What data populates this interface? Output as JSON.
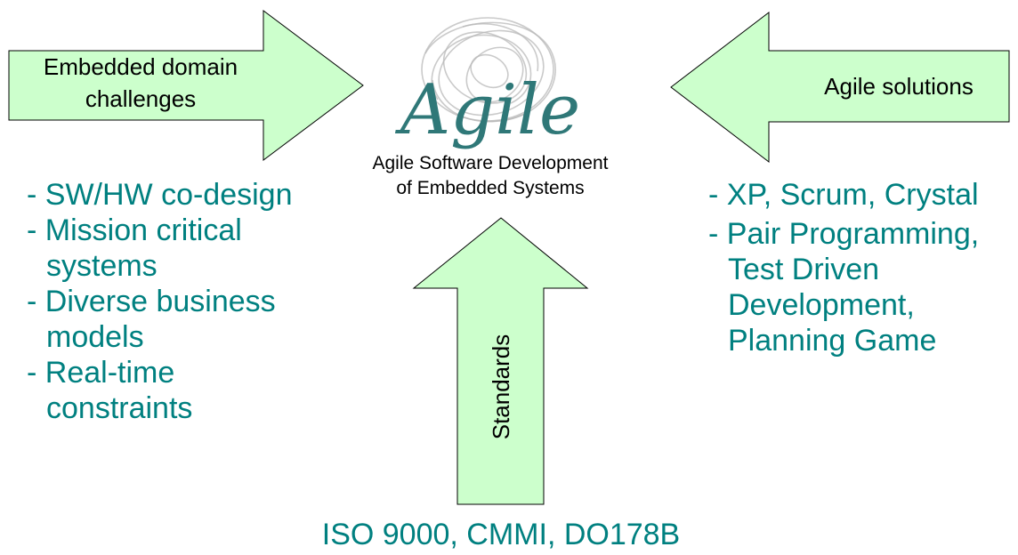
{
  "left_arrow": {
    "lines": [
      "Embedded domain",
      "challenges"
    ]
  },
  "right_arrow": {
    "label": "Agile solutions"
  },
  "bottom_arrow": {
    "label": "Standards"
  },
  "logo": {
    "word": "Agile",
    "caption_lines": [
      "Agile Software Development",
      "of Embedded Systems"
    ]
  },
  "left_list": {
    "lines": [
      "- SW/HW co-design",
      "- Mission critical",
      "systems",
      "- Diverse business",
      "models",
      "- Real-time",
      "constraints"
    ]
  },
  "right_list": {
    "lines": [
      "- XP, Scrum, Crystal",
      "- Pair Programming,",
      "Test Driven",
      "Development,",
      "Planning Game"
    ]
  },
  "bottom_text": {
    "label": "ISO 9000, CMMI, DO178B"
  },
  "colors": {
    "arrow_fill": "#ccffcc",
    "arrow_stroke": "#000000",
    "list_text": "#008080",
    "logo_text": "#2f7878"
  }
}
